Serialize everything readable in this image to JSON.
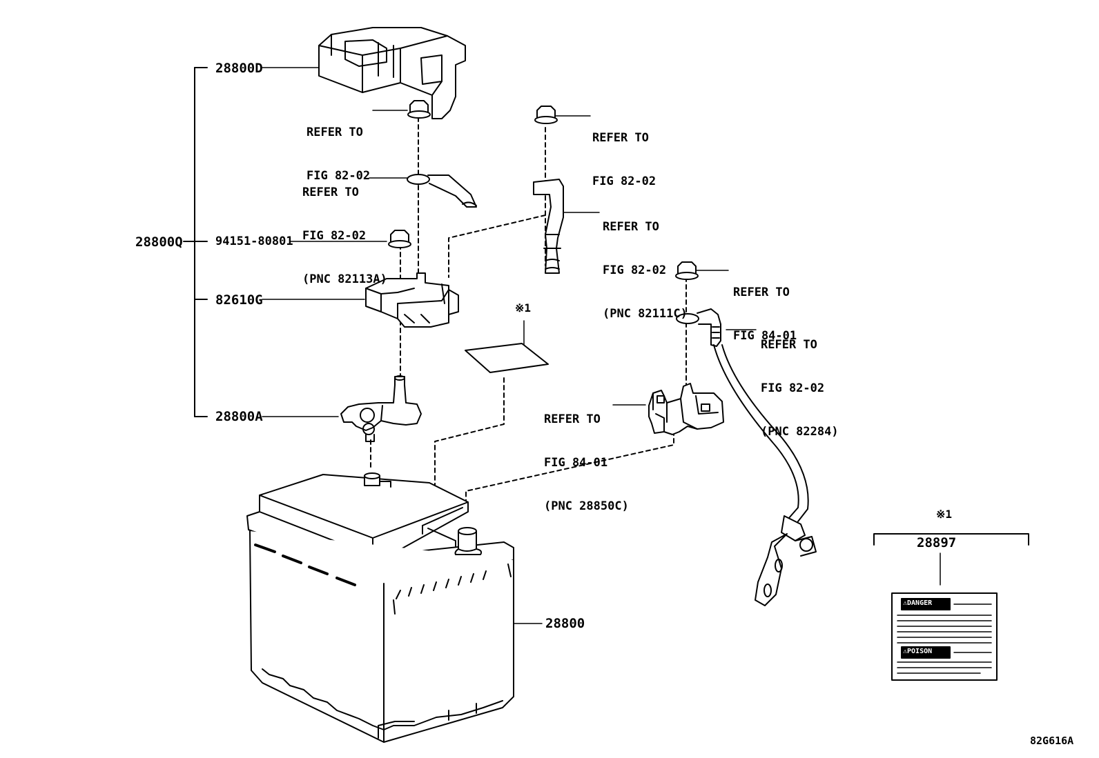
{
  "parts": {
    "cover": "28800D",
    "assembly": "28800Q",
    "bolt": "94151-80801",
    "terminal_cover": "82610G",
    "terminal": "28800A",
    "battery": "28800",
    "label": "28897"
  },
  "refs": {
    "nut_top_left": [
      "REFER TO",
      "FIG 82-02"
    ],
    "bracket_left": [
      "REFER TO",
      "FIG 82-02",
      "(PNC 82113A)"
    ],
    "nut_top_right": [
      "REFER TO",
      "FIG 82-02"
    ],
    "cable_clamp": [
      "REFER TO",
      "FIG 82-02",
      "(PNC 82111C)"
    ],
    "nut_negative": [
      "REFER TO",
      "FIG 84-01"
    ],
    "negative_cable": [
      "REFER TO",
      "FIG 82-02",
      "(PNC 82284)"
    ],
    "sensor": [
      "REFER TO",
      "FIG 84-01",
      "(PNC 28850C)"
    ]
  },
  "notes": {
    "mark_label_sheet": "※1",
    "mark_label_group": "※1"
  },
  "label_sheet": {
    "warning_1": "⚠DANGER",
    "warning_2": "⚠POISON"
  },
  "figure_id": "82G616A"
}
